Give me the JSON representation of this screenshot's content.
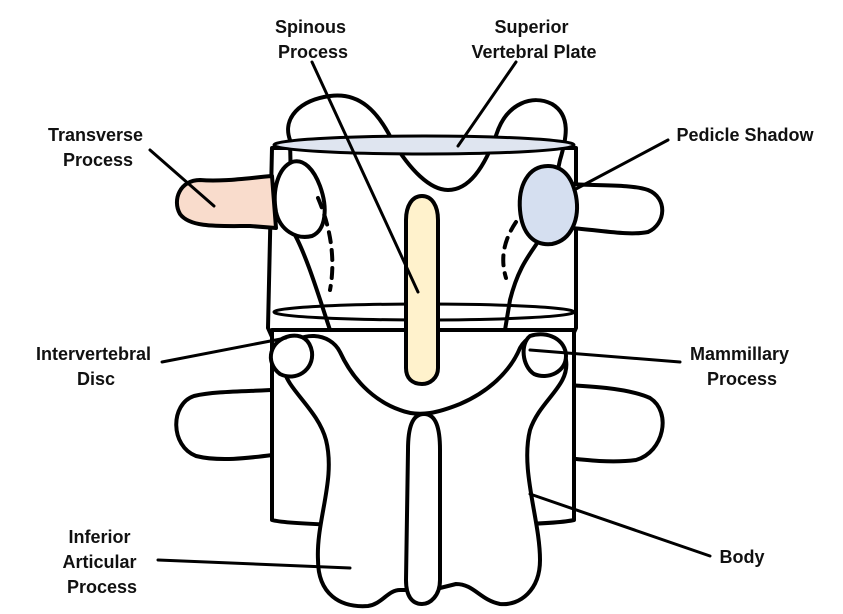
{
  "colors": {
    "outline": "#000000",
    "transverse_fill": "#f9dccc",
    "pedicle_fill": "#d5dff0",
    "spinous_fill": "#fff2cc",
    "plate_fill": "#dfe5f0"
  },
  "labels": {
    "spinous_process": [
      "Spinous",
      "Process"
    ],
    "superior_vertebral_plate": [
      "Superior",
      "Vertebral Plate"
    ],
    "transverse_process": [
      "Transverse",
      "Process"
    ],
    "pedicle_shadow": [
      "Pedicle Shadow"
    ],
    "intervertebral_disc": [
      "Intervertebral",
      "Disc"
    ],
    "mammillary_process": [
      "Mammillary",
      "Process"
    ],
    "inferior_articular_process": [
      "Inferior",
      "Articular",
      "Process"
    ],
    "body": [
      "Body"
    ]
  }
}
